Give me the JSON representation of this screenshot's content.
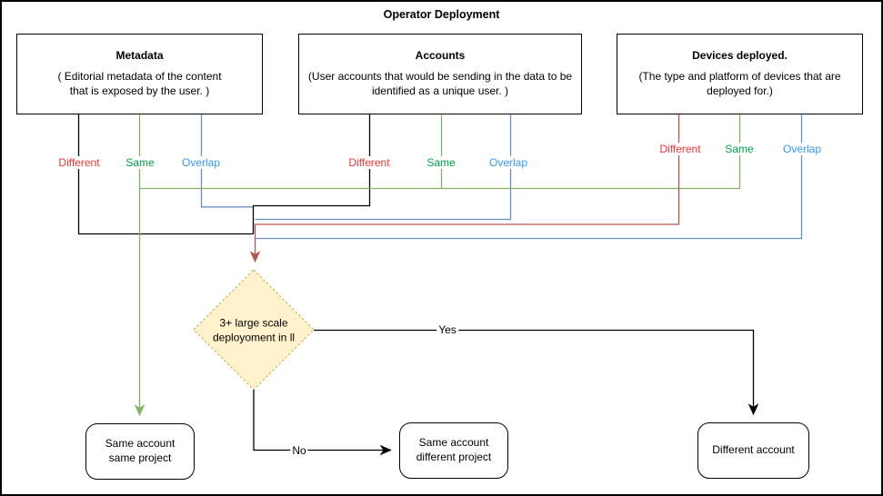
{
  "title": "Operator Deployment",
  "top_boxes": [
    {
      "title": "Metadata",
      "body": "( Editorial metadata of the content\nthat is exposed by the user. )"
    },
    {
      "title": "Accounts",
      "body": "(User accounts that would be sending in the data to be\nidentified as a unique user. )"
    },
    {
      "title": "Devices deployed.",
      "body": "(The type and platform of devices that are\ndeployed for.)"
    }
  ],
  "branch_labels": {
    "metadata": [
      "Different",
      "Same",
      "Overlap"
    ],
    "accounts": [
      "Different",
      "Same",
      "Overlap"
    ],
    "devices": [
      "Different",
      "Same",
      "Overlap"
    ]
  },
  "decision": {
    "text": "3+ large scale\ndeployoment in ll",
    "yes_label": "Yes",
    "no_label": "No"
  },
  "outcome_boxes": [
    {
      "label": "Same account\nsame project"
    },
    {
      "label": "Same account\ndifferent project"
    },
    {
      "label": "Different account"
    }
  ],
  "colors": {
    "label_red": "#FF3333",
    "label_green": "#00A24A",
    "label_blue": "#3399FF",
    "line_black": "#000000",
    "line_red": "#B85450",
    "line_green": "#82B366",
    "line_blue": "#6C8EBF",
    "diamond_fill": "#FFF2CC",
    "diamond_border": "#D6B656"
  }
}
